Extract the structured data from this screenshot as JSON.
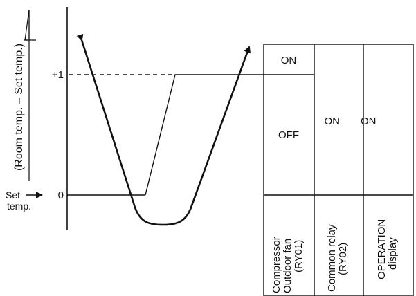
{
  "y_axis": {
    "label": "(Room temp. – Set temp.)",
    "tick_plus_one": "+1",
    "tick_zero": "0",
    "set_temp_line1": "Set",
    "set_temp_line2": "temp."
  },
  "table": {
    "rows": [
      {
        "name": "Compressor Outdoor fan (RY01)",
        "label_lines": [
          "Compressor",
          "Outdoor fan",
          "(RY01)"
        ],
        "on_label": "ON",
        "off_label": "OFF"
      },
      {
        "name": "Common relay (RY02)",
        "label_lines": [
          "Common relay",
          "(RY02)"
        ],
        "state": "ON"
      },
      {
        "name": "OPERATION display",
        "label_lines": [
          "OPERATION",
          "display"
        ],
        "state": "ON"
      }
    ]
  },
  "colors": {
    "line": "#111111",
    "background": "#ffffff"
  }
}
